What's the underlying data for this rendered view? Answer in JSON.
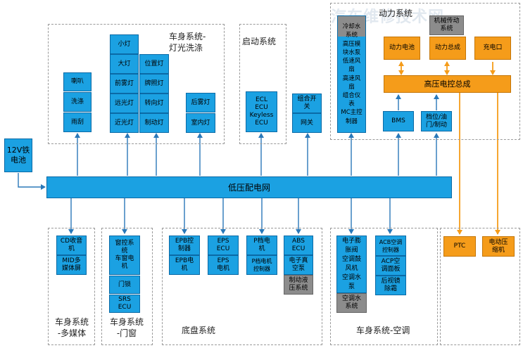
{
  "watermark": "汽车维修技术网",
  "colors": {
    "blue": "#1ba1e2",
    "orange": "#f59c1a",
    "gray": "#8c8c8c"
  },
  "groups": {
    "light": "车身系统-\n灯光洗涤",
    "start": "启动系统",
    "power": "动力系统",
    "media": "车身系统\n-多媒体",
    "door": "车身系统\n-门窗",
    "chassis": "底盘系统",
    "ac": "车身系统-空调"
  },
  "boxes": {
    "battery12v": "12V铁\n电池",
    "lvbus": "低压配电网",
    "horn": "喇叭",
    "washer": "洗涤",
    "wiper": "雨刮",
    "small_light": "小灯",
    "high_beam": "大灯",
    "front_fog": "前雾灯",
    "far_light": "远光灯",
    "near_light": "近光灯",
    "position_light": "位置灯",
    "plate_light": "牌照灯",
    "turn_light": "转向灯",
    "brake_light": "制动灯",
    "rear_fog": "后雾灯",
    "room_light": "室内灯",
    "ecl_keyless": "ECL\nECU\nKeyless\nECU",
    "combo_switch": "组合开\n关",
    "gateway": "网关",
    "cooling_stack": "冷却水\n系统\n高压模\n块水泵\n低速风\n扇\n高速风\n扇\n组合仪\n表\nMC主控\n制器",
    "bms": "BMS",
    "gear": "档位/油\n门/制动",
    "motor_drive": "机械传动\n系统",
    "power_battery": "动力电池",
    "powertrain": "动力总成",
    "charge_port": "充电口",
    "hv_control": "高压电控总成",
    "cd_radio": "CD收音\n机",
    "mid_media": "MID多\n媒体屏",
    "window_ctrl": "窗控系\n统\n车窗电\n机",
    "door_lock": "门锁",
    "srs": "SRS\nECU",
    "epb_ctrl": "EPB控\n制器",
    "epb_motor": "EPB电\n机",
    "eps_ecu": "EPS\nECU",
    "eps_motor": "EPS\n电机",
    "p_motor": "P档电\n机",
    "p_ctrl": "P档电机\n控制器",
    "abs": "ABS\nECU",
    "e_vacuum": "电子真\n空泵",
    "brake_fluid": "制动液\n压系统",
    "ac_stack": "电子膨\n胀阀\n空调鼓\n风机\n空调水\n泵",
    "ac_water": "空调水\n系统",
    "acb_ctrl": "ACB空调\n控制器",
    "acp_panel": "ACP空\n调面板",
    "rear_defog": "后视镜\n除霜",
    "ptc": "PTC",
    "e_compressor": "电动压\n缩机"
  }
}
